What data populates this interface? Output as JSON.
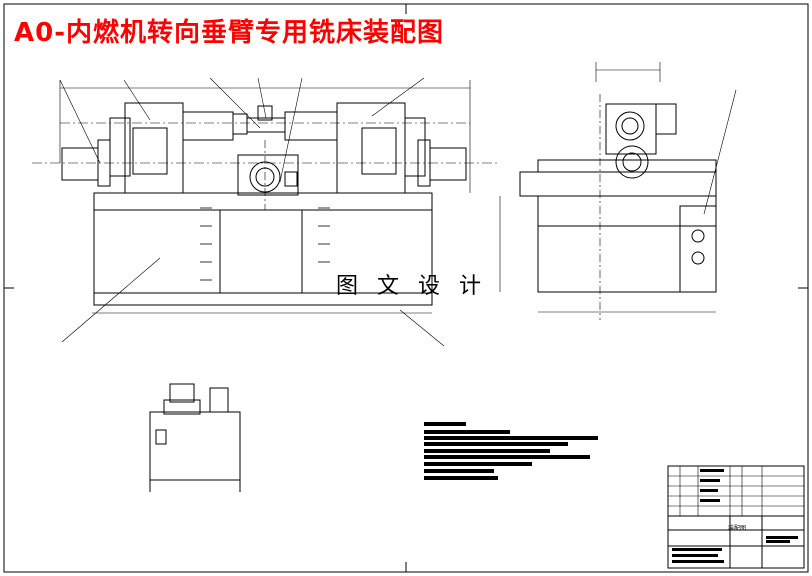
{
  "drawing": {
    "title": "A0-内燃机转向垂臂专用铣床装配图",
    "watermark": "图 文 设 计",
    "title_block_label": "装配图"
  }
}
